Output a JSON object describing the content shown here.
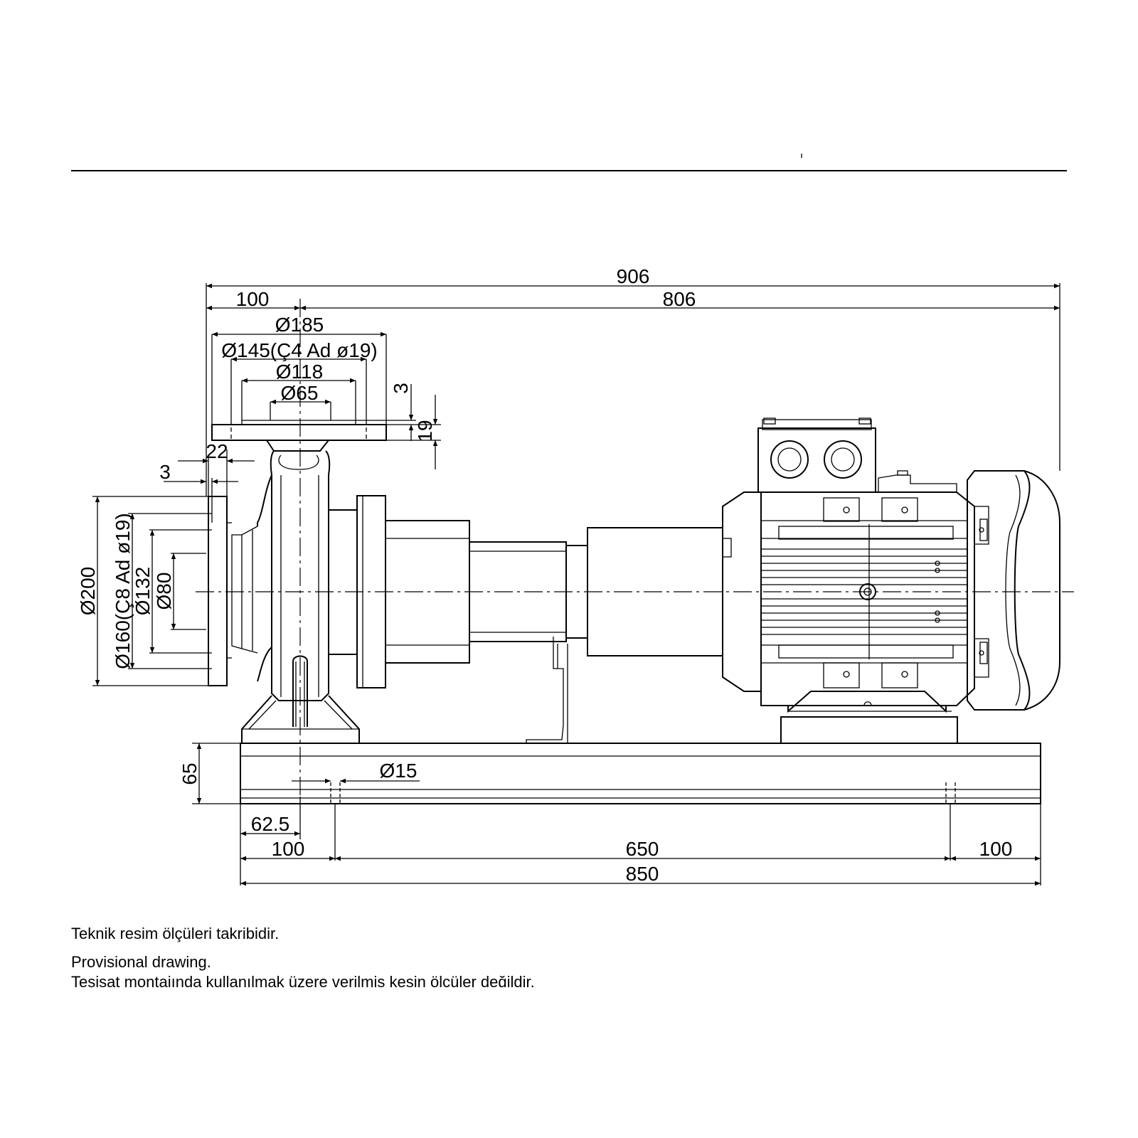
{
  "dimensions": {
    "overall_length": "906",
    "flange_offset": "100",
    "motor_length": "806",
    "flange_outer_dia": "Ø185",
    "flange_bolt_circle": "Ø145(Ç4 Ad ø19)",
    "flange_raised_face": "Ø118",
    "discharge_bore": "Ø65",
    "face_step": "3",
    "flange_thickness": "19",
    "suction_flange_thickness": "22",
    "suction_face_step": "3",
    "suction_outer_dia": "Ø200",
    "suction_bolt_circle": "Ø160(Ç8 Ad ø19)",
    "suction_raised_face": "Ø132",
    "suction_bore": "Ø80",
    "base_height": "65",
    "anchor_hole": "Ø15",
    "pump_foot_offset": "62.5",
    "base_left_margin": "100",
    "base_hole_spacing": "650",
    "base_right_margin": "100",
    "base_length": "850"
  },
  "notes": {
    "line1": "Teknik resim ölçüleri takribidir.",
    "line2": "Provisional drawing.",
    "line3": "Tesisat montajında kullanılmak üzere verilmiş kesin ölçüler değildir."
  }
}
